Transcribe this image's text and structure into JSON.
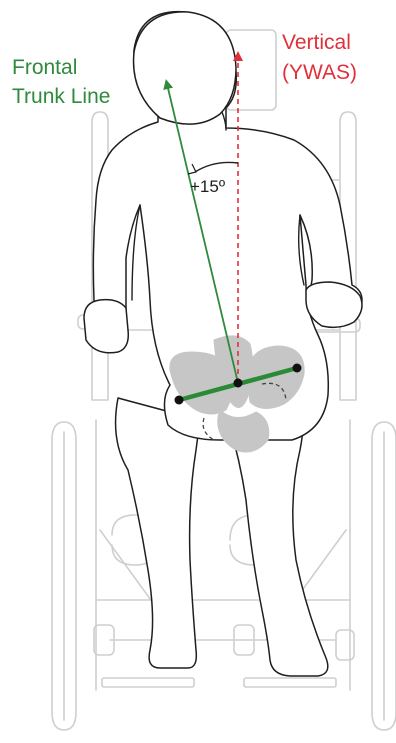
{
  "labels": {
    "frontal_trunk_line": [
      "Frontal",
      "Trunk Line"
    ],
    "vertical": [
      "Vertical",
      "(YWAS)"
    ],
    "angle": "+15º"
  },
  "colors": {
    "trunk_line": "#2f8a3c",
    "vertical_line": "#e0303a",
    "pelvic_line": "#2a8a35",
    "pelvis": "#c6c6c6",
    "outline": "#1f1f1f",
    "wheelchair": "#cfcfcf"
  },
  "measurement": {
    "frontal_trunk_angle_deg": 15
  }
}
